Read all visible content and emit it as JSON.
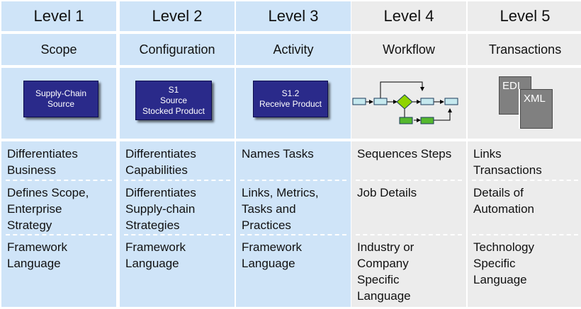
{
  "columns": [
    {
      "level": "Level 1",
      "name": "Scope",
      "icon": {
        "lines": [
          "Supply-Chain",
          "Source"
        ]
      },
      "rows": [
        [
          "Differentiates",
          "Business"
        ],
        [
          "Defines Scope,",
          "Enterprise",
          "Strategy"
        ],
        [
          "Framework",
          "Language"
        ]
      ]
    },
    {
      "level": "Level 2",
      "name": "Configuration",
      "icon": {
        "lines": [
          "S1",
          "Source",
          "Stocked Product"
        ]
      },
      "rows": [
        [
          "Differentiates",
          "Capabilities"
        ],
        [
          "Differentiates",
          "Supply-chain",
          "Strategies"
        ],
        [
          "Framework",
          "Language"
        ]
      ]
    },
    {
      "level": "Level 3",
      "name": "Activity",
      "icon": {
        "lines": [
          "S1.2",
          "Receive  Product"
        ]
      },
      "rows": [
        [
          "Names Tasks"
        ],
        [
          "Links, Metrics,",
          "Tasks and",
          "Practices"
        ],
        [
          "Framework",
          "Language"
        ]
      ]
    },
    {
      "level": "Level 4",
      "name": "Workflow",
      "icon": {
        "lines": []
      },
      "rows": [
        [
          "Sequences Steps"
        ],
        [
          "Job Details"
        ],
        [
          "Industry or",
          "Company",
          "Specific",
          "Language"
        ]
      ]
    },
    {
      "level": "Level 5",
      "name": "Transactions",
      "icon": {
        "doc_back": "EDI",
        "doc_front": "XML"
      },
      "rows": [
        [
          "Links",
          "Transactions"
        ],
        [
          "Details of",
          "Automation"
        ],
        [
          "Technology",
          "Specific",
          "Language"
        ]
      ]
    }
  ],
  "colors": {
    "blue_column": "#cfe4f8",
    "gray_column": "#ececec",
    "navy_box": "#2a2a8a",
    "flow_box": "#c5e8ee",
    "flow_green": "#55b82e",
    "flow_diamond": "#8fd400",
    "document_gray": "#808080"
  }
}
